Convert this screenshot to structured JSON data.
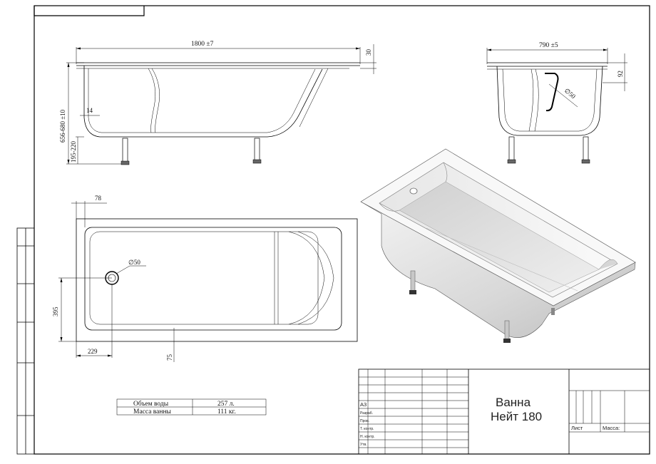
{
  "side_view": {
    "length_dim": "1800 ±7",
    "rim_dim": "30",
    "height_dim": "656-680 ±10",
    "foot_dim": "195-220",
    "wall_dim": "14"
  },
  "end_view": {
    "width_dim": "790 ±5",
    "depth_dim": "92",
    "drain_dim": "∅50"
  },
  "plan_view": {
    "rim_offset_dim": "78",
    "width_dim": "395",
    "drain_x_dim": "229",
    "bottom_dim": "75",
    "drain_dim": "∅50"
  },
  "specs_table": {
    "rows": [
      {
        "label": "Объем воды",
        "value": "257 л."
      },
      {
        "label": "Масса ванны",
        "value": "111 кг."
      }
    ]
  },
  "title_block": {
    "format": "A3",
    "title_line1": "Ванна",
    "title_line2": "Нейт 180",
    "sheet_label": "Лист",
    "mass_label": "Масса:",
    "row_labels": [
      "Разраб.",
      "Пров.",
      "Т. контр.",
      "Н. контр.",
      "Утв."
    ]
  }
}
